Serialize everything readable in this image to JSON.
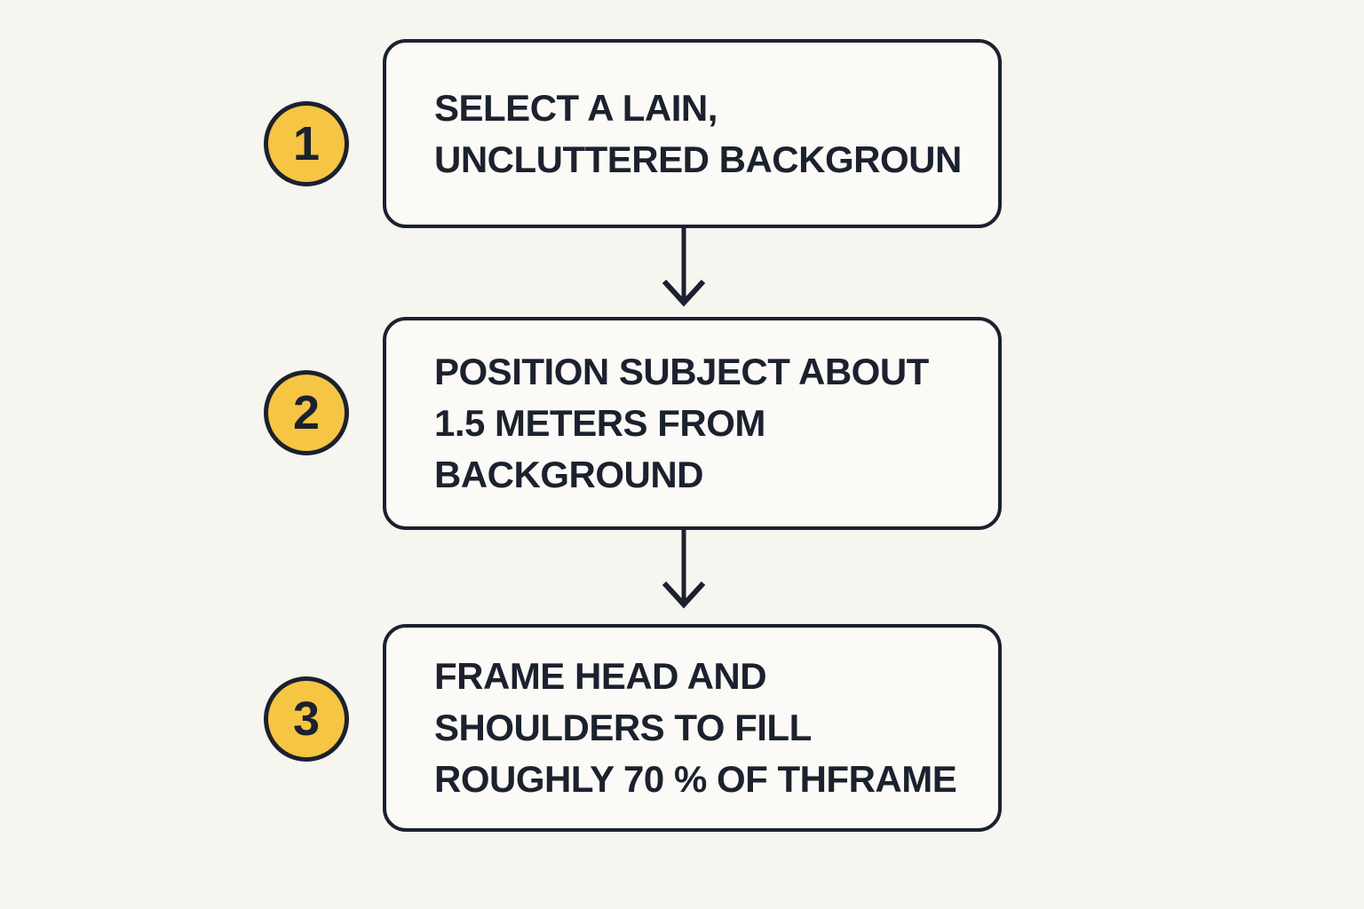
{
  "diagram": {
    "title": "photo setup steps flowchart",
    "steps": [
      {
        "number": "1",
        "lines": [
          "SELECT A LAIN,",
          "UNCLUTTERED BACKGROUN",
          ""
        ]
      },
      {
        "number": "2",
        "lines": [
          "POSITION SUBJECT ABOUT",
          "1.5 METERS FROM",
          "BACKGROUND"
        ]
      },
      {
        "number": "3",
        "lines": [
          "FRAME HEAD AND",
          "SHOULDERS TO FILL",
          "ROUGHLY 70 % OF THFRAME"
        ]
      }
    ]
  },
  "colors": {
    "background": "#F7F5F0",
    "ink": "#1B212E",
    "accent_yellow": "#F6C544",
    "box_fill": "#FBFAF6"
  },
  "icons": {
    "arrow_down": "chevron-tipped vertical arrow"
  }
}
